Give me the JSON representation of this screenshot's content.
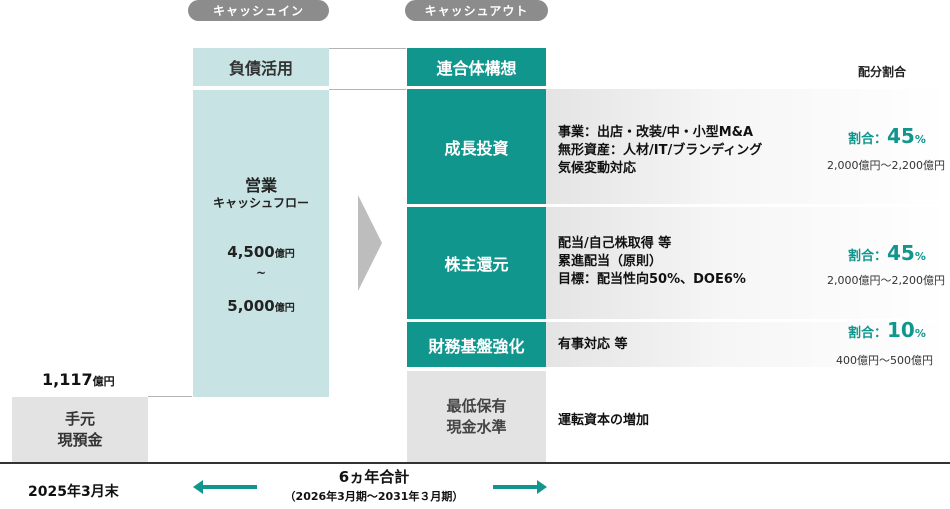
{
  "header": {
    "cash_in": "キャッシュイン",
    "cash_out": "キャッシュアウト",
    "allocation_ratio": "配分割合"
  },
  "cash_in": {
    "debt": "負債活用",
    "operating_title": "営業",
    "operating_subtitle": "キャッシュフロー",
    "amount_low": "4,500",
    "amount_tilde": "~",
    "amount_high": "5,000",
    "unit": "億円"
  },
  "cash_on_hand": {
    "amount": "1,117",
    "unit": "億円",
    "label_line1": "手元",
    "label_line2": "現預金",
    "date": "2025年3月末"
  },
  "cash_out": {
    "concept": "連合体構想",
    "items": [
      {
        "title": "成長投資",
        "lines": [
          "事業：出店・改装/中・小型M&A",
          "無形資産：人材/IT/ブランディング",
          "気候変動対応"
        ],
        "ratio_label": "割合：",
        "ratio_value": "45",
        "ratio_unit": "%",
        "range": "2,000億円〜2,200億円"
      },
      {
        "title": "株主還元",
        "lines": [
          "配当/自己株取得 等",
          "累進配当（原則）",
          "目標：配当性向50%、DOE6%"
        ],
        "ratio_label": "割合：",
        "ratio_value": "45",
        "ratio_unit": "%",
        "range": "2,000億円〜2,200億円"
      },
      {
        "title": "財務基盤強化",
        "lines": [
          "有事対応 等"
        ],
        "ratio_label": "割合：",
        "ratio_value": "10",
        "ratio_unit": "%",
        "range": "400億円〜500億円"
      }
    ],
    "min_cash_line1": "最低保有",
    "min_cash_line2": "現金水準",
    "working_capital": "運転資本の増加"
  },
  "footer": {
    "total": "6ヵ年合計",
    "period": "（2026年3月期〜2031年３月期）"
  },
  "colors": {
    "teal": "#11968d",
    "light_teal": "#c7e3e3",
    "grey": "#e3e3e3",
    "pill_grey": "#8c8c8c"
  }
}
